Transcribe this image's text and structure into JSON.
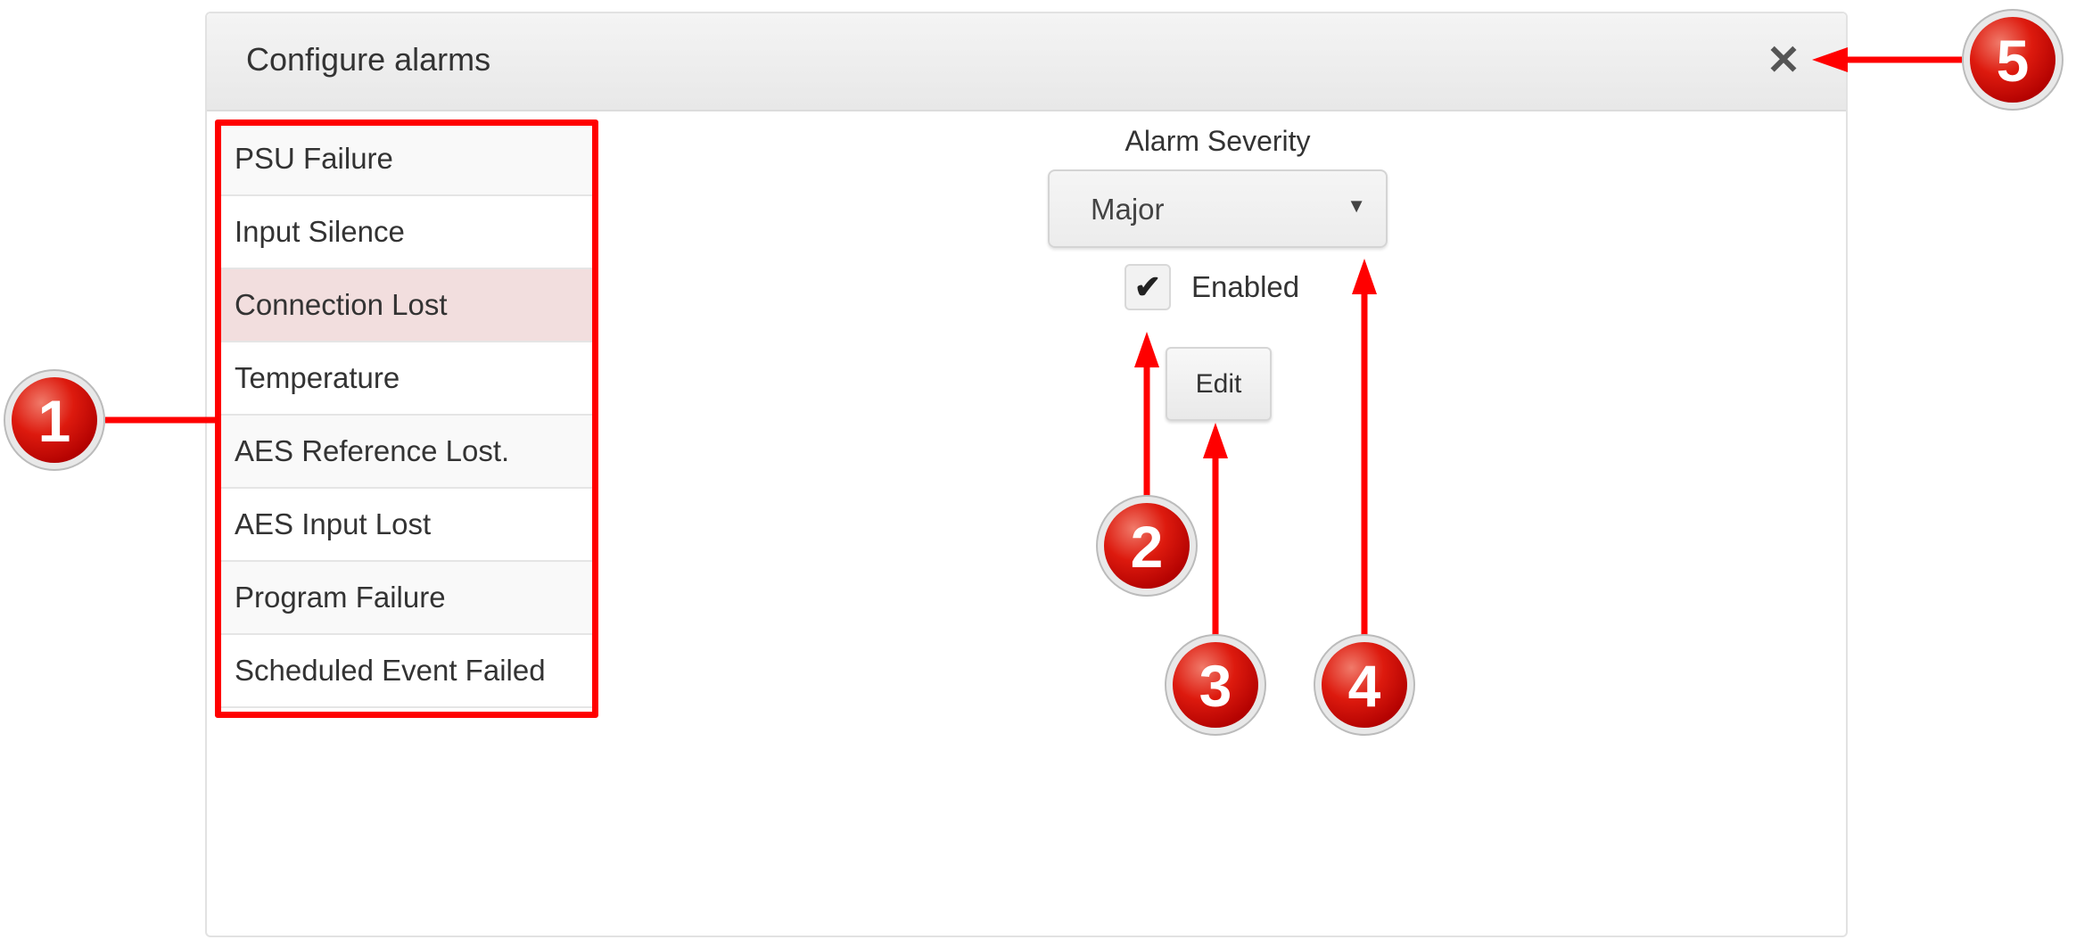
{
  "dialog": {
    "title": "Configure alarms",
    "close_icon": "close-icon"
  },
  "alarms": [
    {
      "label": "PSU Failure",
      "selected": false
    },
    {
      "label": "Input Silence",
      "selected": false
    },
    {
      "label": "Connection Lost",
      "selected": true
    },
    {
      "label": "Temperature",
      "selected": false
    },
    {
      "label": "AES Reference Lost.",
      "selected": false
    },
    {
      "label": "AES Input Lost",
      "selected": false
    },
    {
      "label": "Program Failure",
      "selected": false
    },
    {
      "label": "Scheduled Event Failed",
      "selected": false
    }
  ],
  "settings": {
    "severity_label": "Alarm Severity",
    "severity_value": "Major",
    "enabled_label": "Enabled",
    "enabled_checked": true,
    "edit_label": "Edit"
  },
  "annotations": {
    "badges": [
      "1",
      "2",
      "3",
      "4",
      "5"
    ],
    "color": "#ff0000"
  }
}
